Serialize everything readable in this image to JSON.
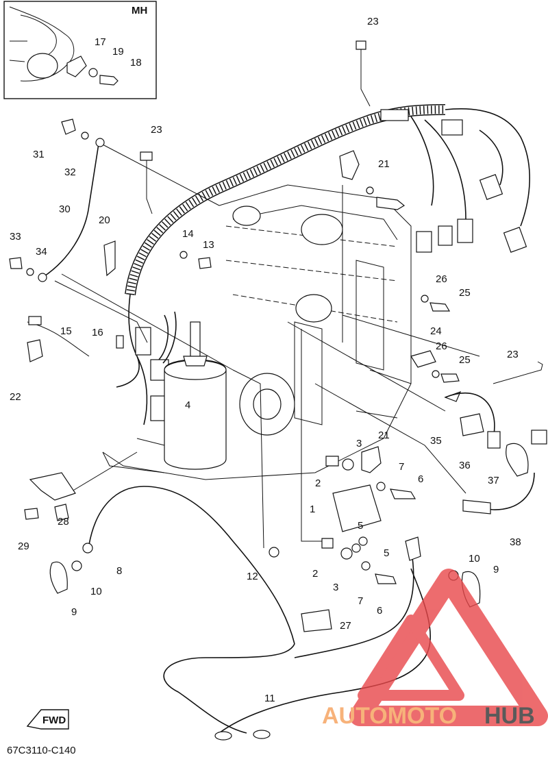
{
  "inset": {
    "label": "MH"
  },
  "callouts": [
    "1",
    "2",
    "2",
    "3",
    "3",
    "4",
    "5",
    "5",
    "6",
    "6",
    "7",
    "7",
    "8",
    "9",
    "9",
    "10",
    "10",
    "11",
    "12",
    "13",
    "14",
    "15",
    "16",
    "17",
    "18",
    "19",
    "20",
    "21",
    "21",
    "22",
    "23",
    "23",
    "23",
    "24",
    "25",
    "25",
    "26",
    "26",
    "27",
    "28",
    "29",
    "30",
    "31",
    "32",
    "33",
    "34",
    "35",
    "36",
    "37",
    "38"
  ],
  "footer": {
    "code": "67C3110-C140",
    "fwd": "FWD"
  },
  "watermark": {
    "text_a": "AUTOMOTO",
    "text_b": "HUB",
    "color_a": "#f7b27a",
    "color_b": "#5a5a5a",
    "triangle_color": "#e8474a"
  }
}
